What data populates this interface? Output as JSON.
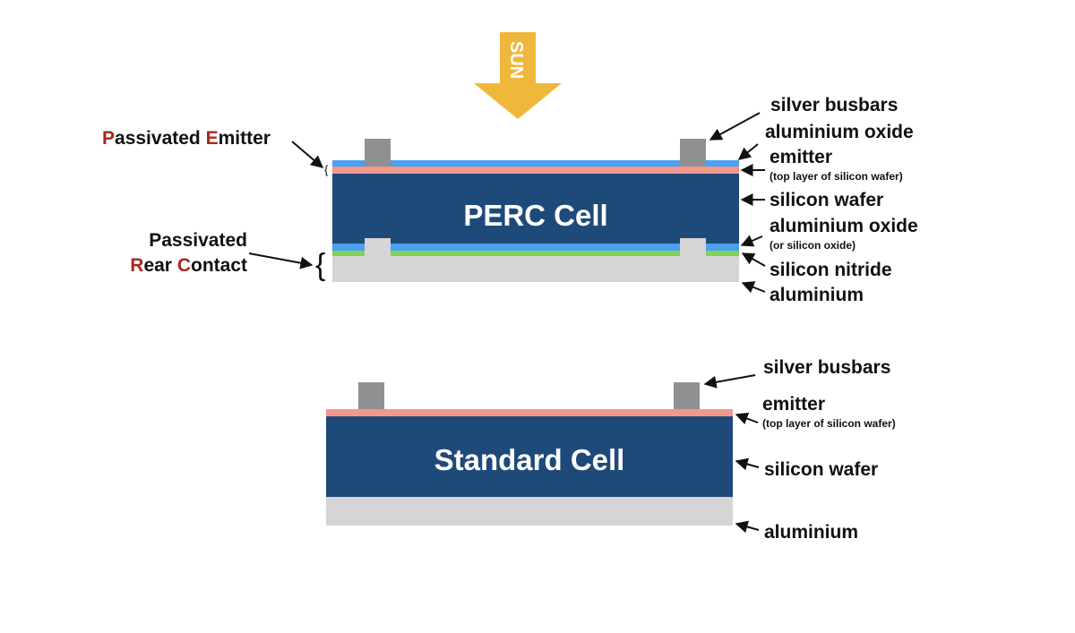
{
  "colors": {
    "sun": "#efb83a",
    "wafer": "#1e4a7a",
    "emitter": "#f2978c",
    "aluminium_oxide": "#4aa0f2",
    "silicon_nitride": "#7fd354",
    "aluminium": "#d6d4d5",
    "busbar": "#909090",
    "accent_letters": "#a8281e",
    "text": "#111111"
  },
  "sun": {
    "label": "SUN"
  },
  "perc": {
    "title": "PERC Cell",
    "left_labels": {
      "passivated_emitter": {
        "accent1": "P",
        "rest1": "assivated ",
        "accent2": "E",
        "rest2": "mitter"
      },
      "passivated_rear_contact": {
        "line1": "Passivated",
        "accent1": "R",
        "rest1": "ear ",
        "accent2": "C",
        "rest2": "ontact"
      }
    },
    "right_labels": {
      "silver_busbars": "silver busbars",
      "aluminium_oxide_top": "aluminium oxide",
      "emitter": "emitter",
      "emitter_note": "(top layer of silicon wafer)",
      "silicon_wafer": "silicon wafer",
      "aluminium_oxide_rear": "aluminium oxide",
      "aluminium_oxide_rear_note": "(or silicon oxide)",
      "silicon_nitride": "silicon nitride",
      "aluminium": "aluminium"
    }
  },
  "standard": {
    "title": "Standard Cell",
    "right_labels": {
      "silver_busbars": "silver busbars",
      "emitter": "emitter",
      "emitter_note": "(top layer of silicon wafer)",
      "silicon_wafer": "silicon wafer",
      "aluminium": "aluminium"
    }
  }
}
